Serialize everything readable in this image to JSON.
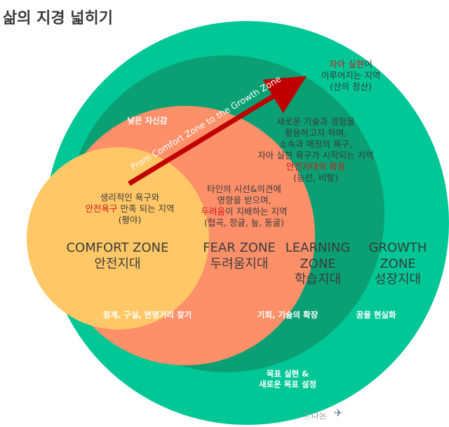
{
  "title": "삶의 지경 넓히기",
  "colors": {
    "growth": "#00c795",
    "learning": "#0aa074",
    "fear": "#fd8f69",
    "comfort": "#ffc765",
    "arrow": "#c00000",
    "highlight": "#d01c1c"
  },
  "arrow_label": "From Comfort Zone to the Growth Zone",
  "top_right": {
    "line1_hl": "자아 실현",
    "line1_rest": "이",
    "line2": "이루어지는 지역",
    "line3": "(산의 정산)"
  },
  "learning_desc": {
    "line1": "새로운 기술과 경험을",
    "line2": "활용하고자 하며,",
    "line3": "소속과 애정의 욕구,",
    "line4": "자아 실현 욕구가 시작되는 지역",
    "line5_hl": "안전지대의 확장",
    "line6": "(능선, 비탈)"
  },
  "fear_top": "낮은 자신감",
  "comfort_desc": {
    "line1": "생리적인 욕구와",
    "line2_hl": "안전욕구",
    "line2_rest": " 만족 되는 지역",
    "line3": "(평야)"
  },
  "fear_desc": {
    "line1": "타인의 시선&의견에",
    "line2": "영향을 받으며,",
    "line3_hl": "두려움",
    "line3_rest": "이 지배하는 지역",
    "line4": "(협곡, 정글, 늪, 동굴)"
  },
  "zones": {
    "comfort": {
      "en": "COMFORT ZONE",
      "ko": "안전지대"
    },
    "fear": {
      "en": "FEAR ZONE",
      "ko": "두려움지대"
    },
    "learning": {
      "en1": "LEARNING",
      "en2": "ZONE",
      "ko": "학습지대"
    },
    "growth": {
      "en1": "GROWTH",
      "en2": "ZONE",
      "ko": "성장지대"
    }
  },
  "bottom_labels": {
    "comfort": "핑계, 구실, 변명거리 찾기",
    "learning": "기회, 기술의 확장",
    "growth": "꿈을 현실화"
  },
  "growth_bottom": {
    "line1": "목표 실현 &",
    "line2": "새로운 목표 설정"
  },
  "credit": "ⓒ나논",
  "plane_icon": "airplane-icon"
}
